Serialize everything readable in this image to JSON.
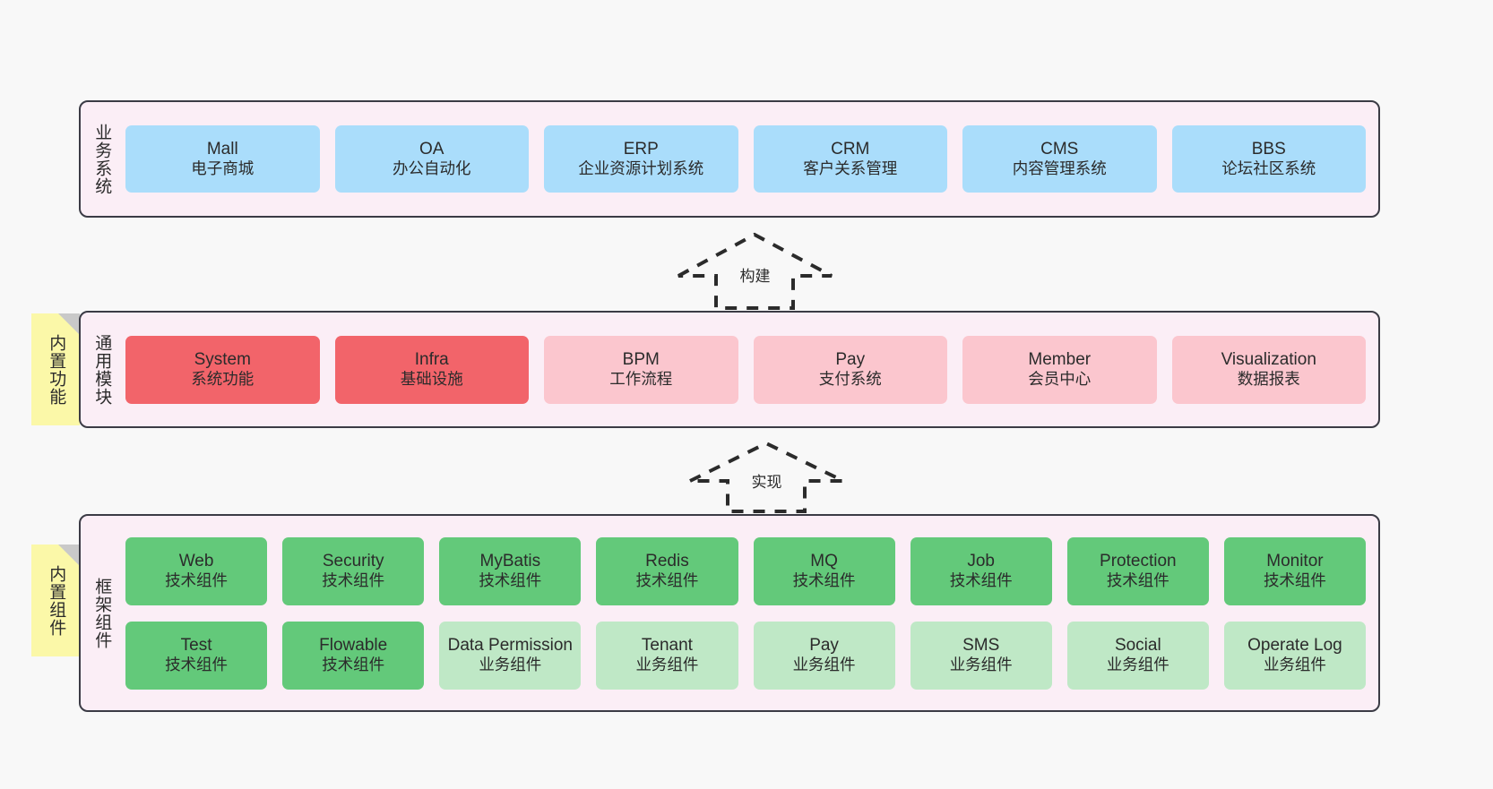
{
  "diagram": {
    "title": "ruoyi-vue-pro architecture layers",
    "colors": {
      "canvas_bg": "#f8f8f8",
      "layer_bg": "#fbeef6",
      "layer_border": "#3b3b45",
      "blue": "#aaddfb",
      "red": "#f2646a",
      "pink": "#fbc6ce",
      "green": "#63c97a",
      "light_green": "#bfe8c6",
      "note_yellow": "#fbf8a8",
      "note_fold": "#c9c9c9"
    }
  },
  "layers": {
    "business": {
      "title": "业务系统",
      "items": [
        {
          "en": "Mall",
          "cn": "电子商城",
          "color": "blue"
        },
        {
          "en": "OA",
          "cn": "办公自动化",
          "color": "blue"
        },
        {
          "en": "ERP",
          "cn": "企业资源计划系统",
          "color": "blue"
        },
        {
          "en": "CRM",
          "cn": "客户关系管理",
          "color": "blue"
        },
        {
          "en": "CMS",
          "cn": "内容管理系统",
          "color": "blue"
        },
        {
          "en": "BBS",
          "cn": "论坛社区系统",
          "color": "blue"
        }
      ]
    },
    "common": {
      "title": "通用模块",
      "note": "内置功能",
      "items": [
        {
          "en": "System",
          "cn": "系统功能",
          "color": "red"
        },
        {
          "en": "Infra",
          "cn": "基础设施",
          "color": "red"
        },
        {
          "en": "BPM",
          "cn": "工作流程",
          "color": "pink"
        },
        {
          "en": "Pay",
          "cn": "支付系统",
          "color": "pink"
        },
        {
          "en": "Member",
          "cn": "会员中心",
          "color": "pink"
        },
        {
          "en": "Visualization",
          "cn": "数据报表",
          "color": "pink"
        }
      ]
    },
    "framework": {
      "title": "框架组件",
      "note": "内置组件",
      "row1": [
        {
          "en": "Web",
          "cn": "技术组件",
          "color": "green"
        },
        {
          "en": "Security",
          "cn": "技术组件",
          "color": "green"
        },
        {
          "en": "MyBatis",
          "cn": "技术组件",
          "color": "green"
        },
        {
          "en": "Redis",
          "cn": "技术组件",
          "color": "green"
        },
        {
          "en": "MQ",
          "cn": "技术组件",
          "color": "green"
        },
        {
          "en": "Job",
          "cn": "技术组件",
          "color": "green"
        },
        {
          "en": "Protection",
          "cn": "技术组件",
          "color": "green"
        },
        {
          "en": "Monitor",
          "cn": "技术组件",
          "color": "green"
        }
      ],
      "row2": [
        {
          "en": "Test",
          "cn": "技术组件",
          "color": "green"
        },
        {
          "en": "Flowable",
          "cn": "技术组件",
          "color": "green"
        },
        {
          "en": "Data Permission",
          "cn": "业务组件",
          "color": "light_green"
        },
        {
          "en": "Tenant",
          "cn": "业务组件",
          "color": "light_green"
        },
        {
          "en": "Pay",
          "cn": "业务组件",
          "color": "light_green"
        },
        {
          "en": "SMS",
          "cn": "业务组件",
          "color": "light_green"
        },
        {
          "en": "Social",
          "cn": "业务组件",
          "color": "light_green"
        },
        {
          "en": "Operate Log",
          "cn": "业务组件",
          "color": "light_green"
        }
      ]
    }
  },
  "arrows": {
    "build": {
      "label": "构建",
      "direction": "up"
    },
    "implement": {
      "label": "实现",
      "direction": "up"
    }
  }
}
